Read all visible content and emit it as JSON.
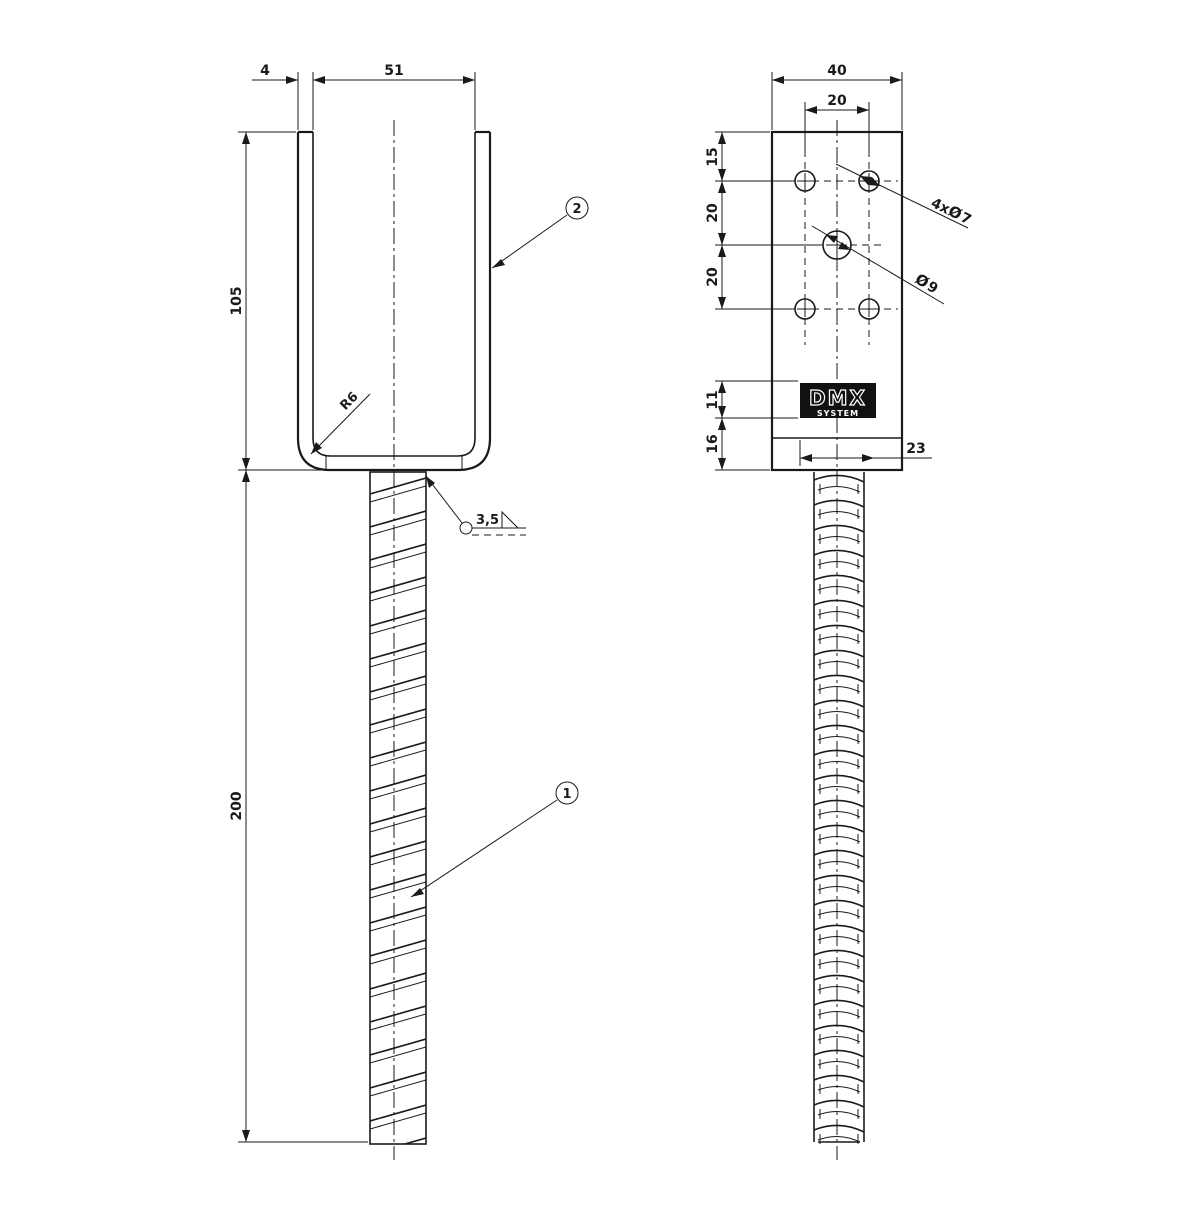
{
  "dimensions": {
    "front": {
      "wall_thickness": "4",
      "inner_width": "51",
      "bracket_height": "105",
      "rod_length": "200",
      "bend_radius": "R6",
      "weld_size": "3,5"
    },
    "side": {
      "plate_width": "40",
      "hole_spacing": "20",
      "top_offset": "15",
      "spacing_1": "20",
      "spacing_2": "20",
      "holes_small": "4x",
      "holes_small_dia": "7",
      "hole_large_dia": "9",
      "logo_height": "11",
      "bottom_offset": "16",
      "bottom_width": "23"
    }
  },
  "callouts": [
    "1",
    "2"
  ],
  "logo": {
    "text": "DMX",
    "subtext": "SYSTEM"
  },
  "symbols": {
    "diameter": "Ø"
  }
}
